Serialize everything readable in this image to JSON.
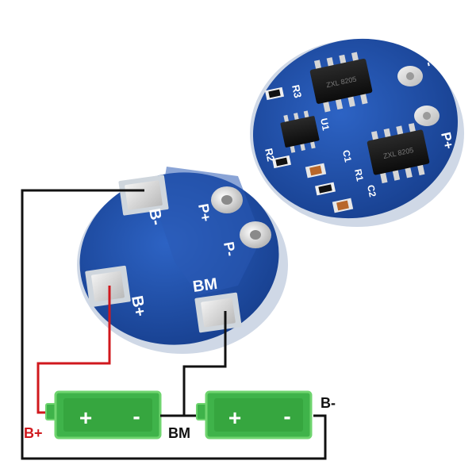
{
  "board_back": {
    "labels": {
      "b_minus": "B-",
      "b_plus": "B+",
      "p_plus": "P+",
      "p_minus": "P-",
      "bm": "BM"
    }
  },
  "board_front": {
    "labels": {
      "r3": "R3",
      "r2": "R2",
      "u1": "U1",
      "c1": "C1",
      "r1": "R1",
      "c2": "C2",
      "p_minus": "P-",
      "p_plus": "P+"
    },
    "chip_markings": {
      "mosfet_top": "ZXL 8205",
      "mosfet_bottom": "ZXL 8205"
    }
  },
  "wiring": {
    "label_b_plus": "B+",
    "label_bm": "BM",
    "label_b_minus": "B-",
    "cell_symbols": {
      "plus": "+",
      "minus": "-"
    }
  },
  "colors": {
    "pcb_blue": "#1f4fa8",
    "pcb_edge": "#cfd8e6",
    "pad_silver": "#d9d9d9",
    "wire_black": "#111111",
    "wire_red": "#d0181d",
    "battery_green": "#3fb34a",
    "battery_border": "#6fd46f"
  }
}
